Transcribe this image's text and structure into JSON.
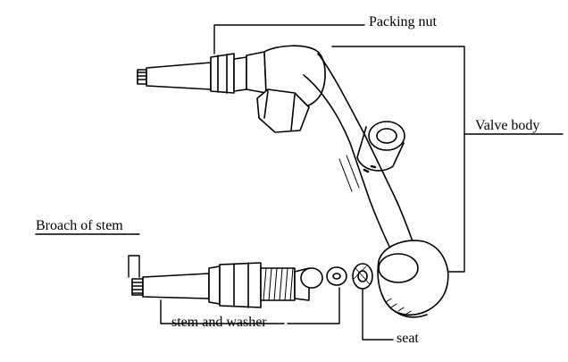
{
  "labels": {
    "packing_nut": "Packing nut",
    "valve_body": "Valve body",
    "broach_of_stem": "Broach of stem",
    "stem_and_washer": "stem and washer",
    "seat": "seat"
  },
  "colors": {
    "line": "#000000",
    "background": "#ffffff"
  }
}
